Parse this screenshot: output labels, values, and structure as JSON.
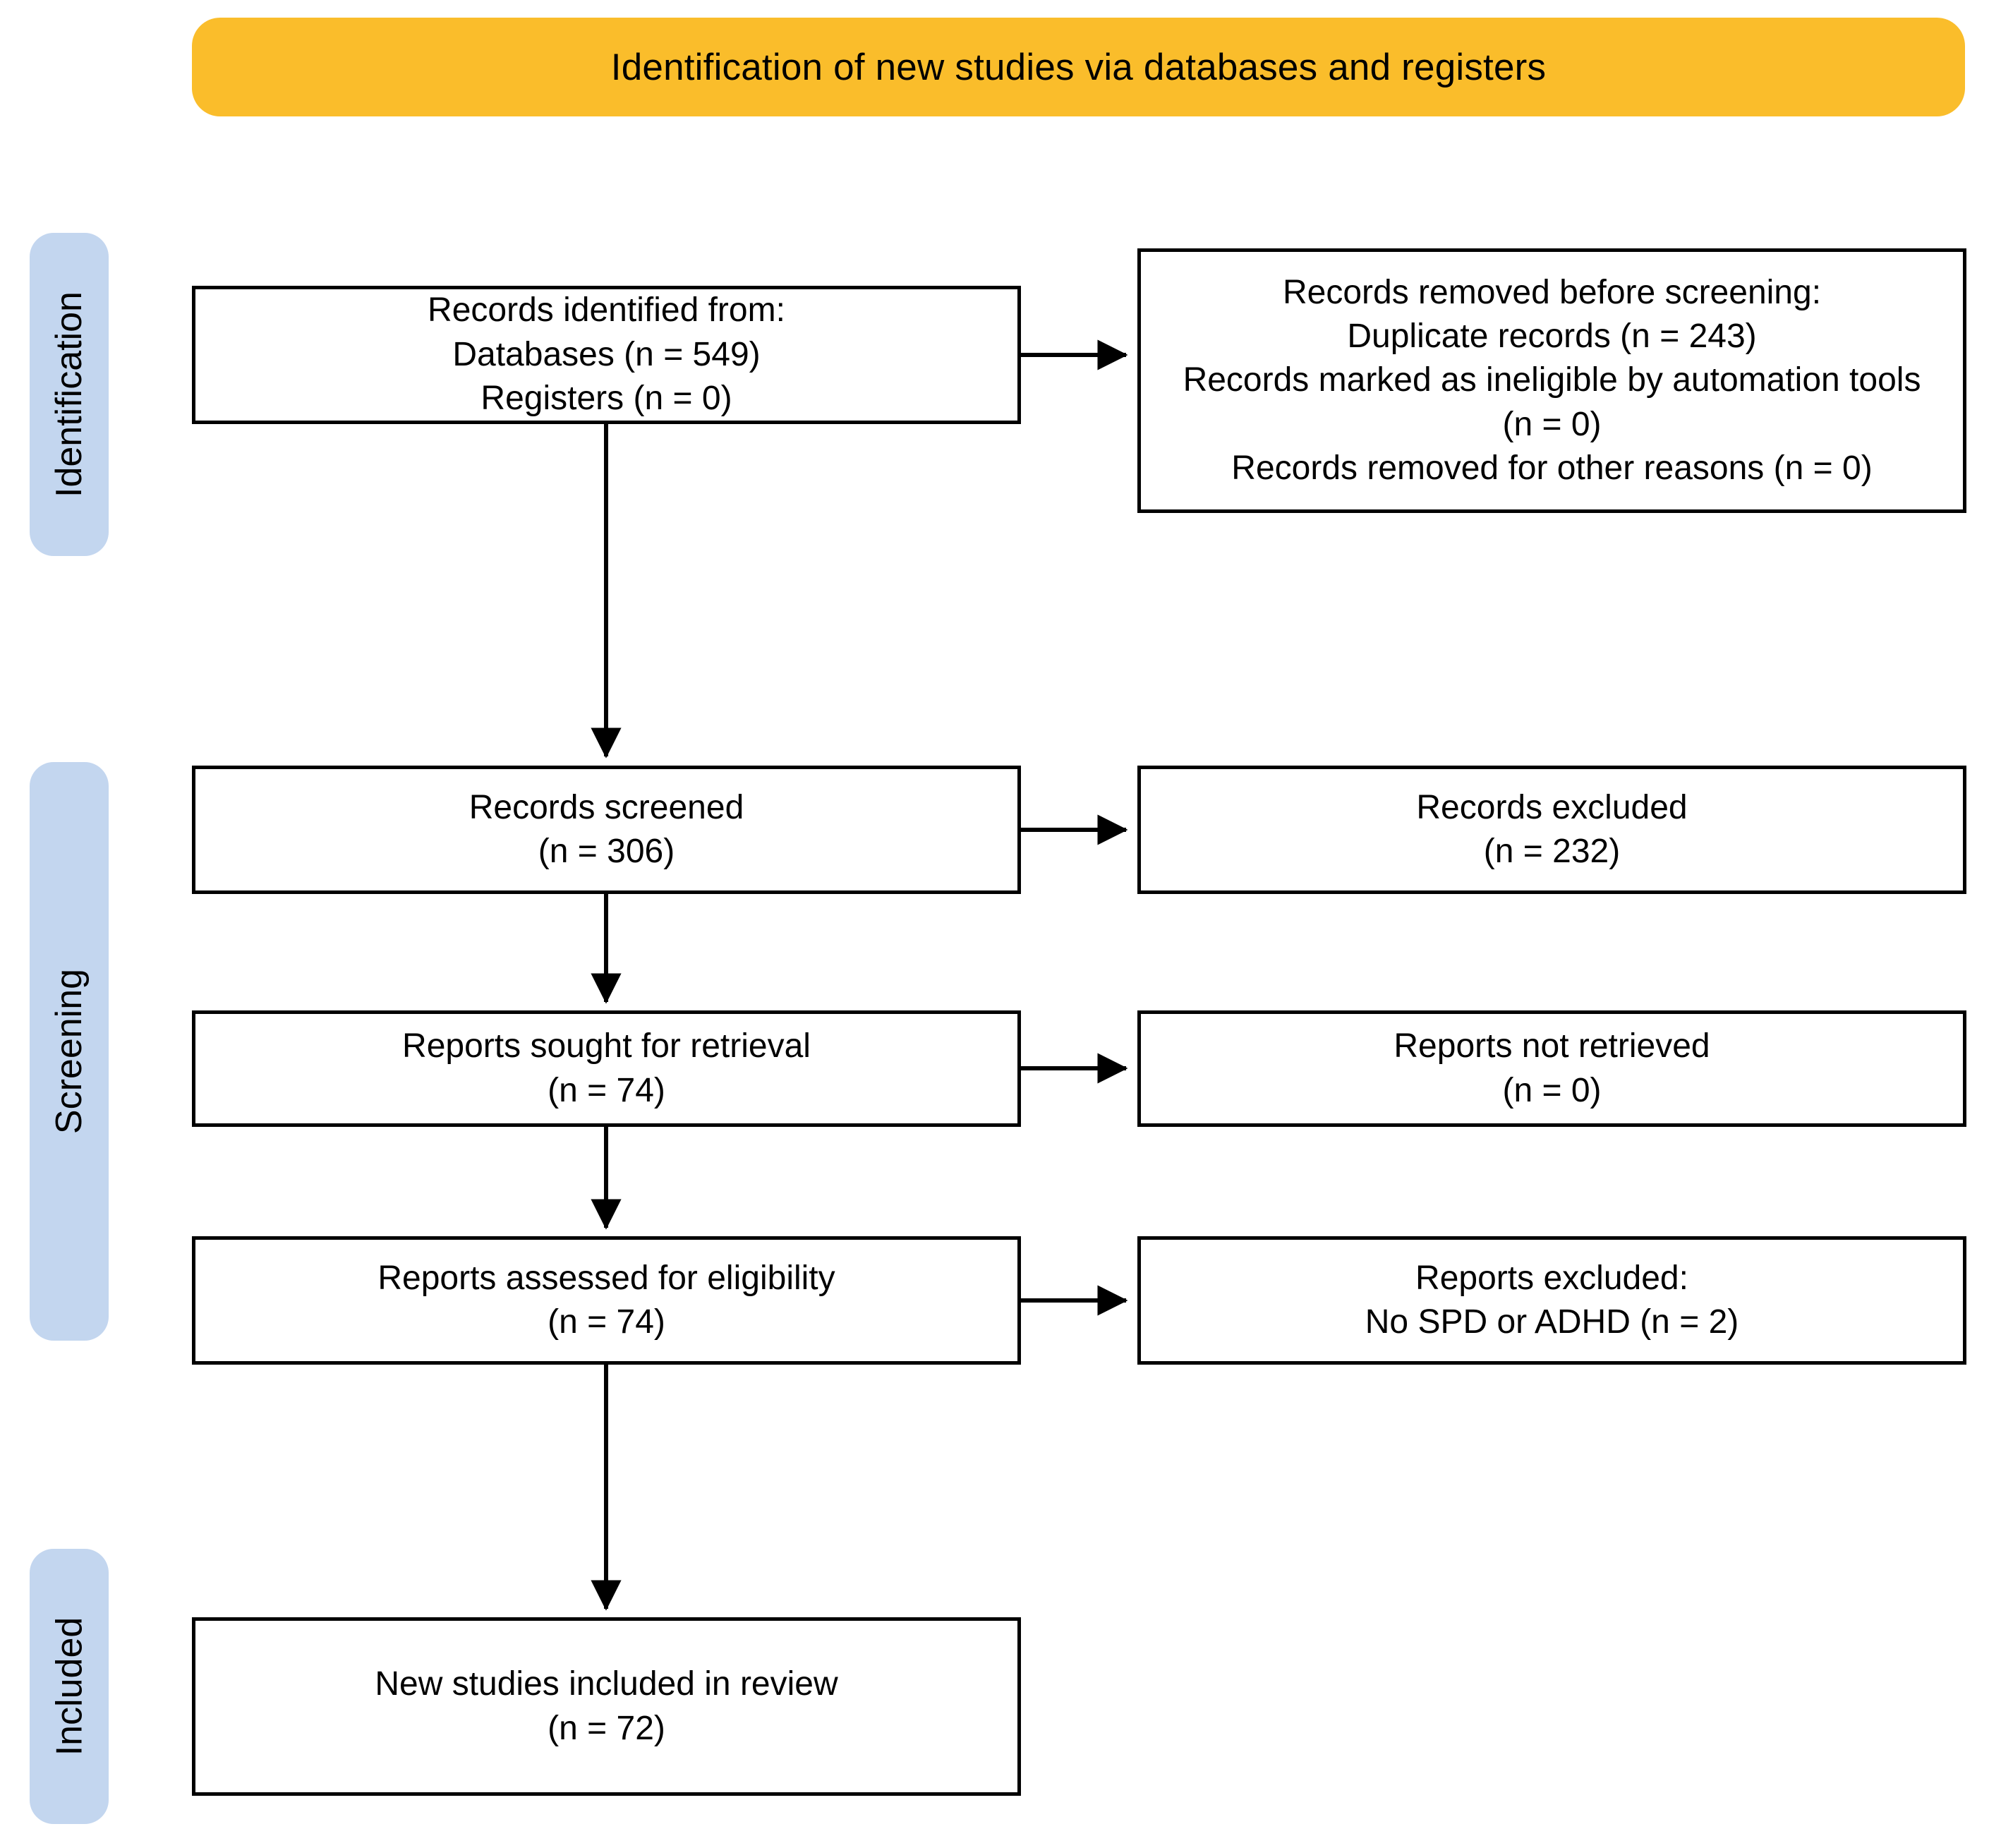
{
  "banner": {
    "title": "Identification of new studies via databases and registers",
    "color": "#fabd2b"
  },
  "stages": [
    {
      "name": "identification",
      "label": "Identification",
      "color": "#c3d6ef"
    },
    {
      "name": "screening",
      "label": "Screening",
      "color": "#c3d6ef"
    },
    {
      "name": "included",
      "label": "Included",
      "color": "#c3d6ef"
    }
  ],
  "boxes": {
    "identified": {
      "lines": [
        "Records identified from:",
        "Databases (n = 549)",
        "Registers (n = 0)"
      ]
    },
    "removed": {
      "lines": [
        "Records removed before screening:",
        "Duplicate records (n = 243)",
        "Records marked as ineligible by automation tools (n = 0)",
        "Records removed for other reasons (n = 0)"
      ]
    },
    "screened": {
      "lines": [
        "Records screened",
        "(n = 306)"
      ]
    },
    "excluded": {
      "lines": [
        "Records excluded",
        "(n = 232)"
      ]
    },
    "sought": {
      "lines": [
        "Reports sought for retrieval",
        "(n = 74)"
      ]
    },
    "not_retrieved": {
      "lines": [
        "Reports not retrieved",
        "(n = 0)"
      ]
    },
    "assessed": {
      "lines": [
        "Reports assessed for eligibility",
        "(n = 74)"
      ]
    },
    "reports_excluded": {
      "lines": [
        "Reports excluded:",
        "No SPD or ADHD (n = 2)"
      ]
    },
    "included": {
      "lines": [
        "New studies included in review",
        "(n = 72)"
      ]
    }
  },
  "flow": {
    "counts": {
      "databases": 549,
      "registers": 0,
      "duplicate_records": 243,
      "ineligible_by_automation": 0,
      "removed_other_reasons": 0,
      "records_screened": 306,
      "records_excluded": 232,
      "reports_sought": 74,
      "reports_not_retrieved": 0,
      "reports_assessed": 74,
      "reports_excluded_no_spd_adhd": 2,
      "new_studies_included": 72
    }
  }
}
